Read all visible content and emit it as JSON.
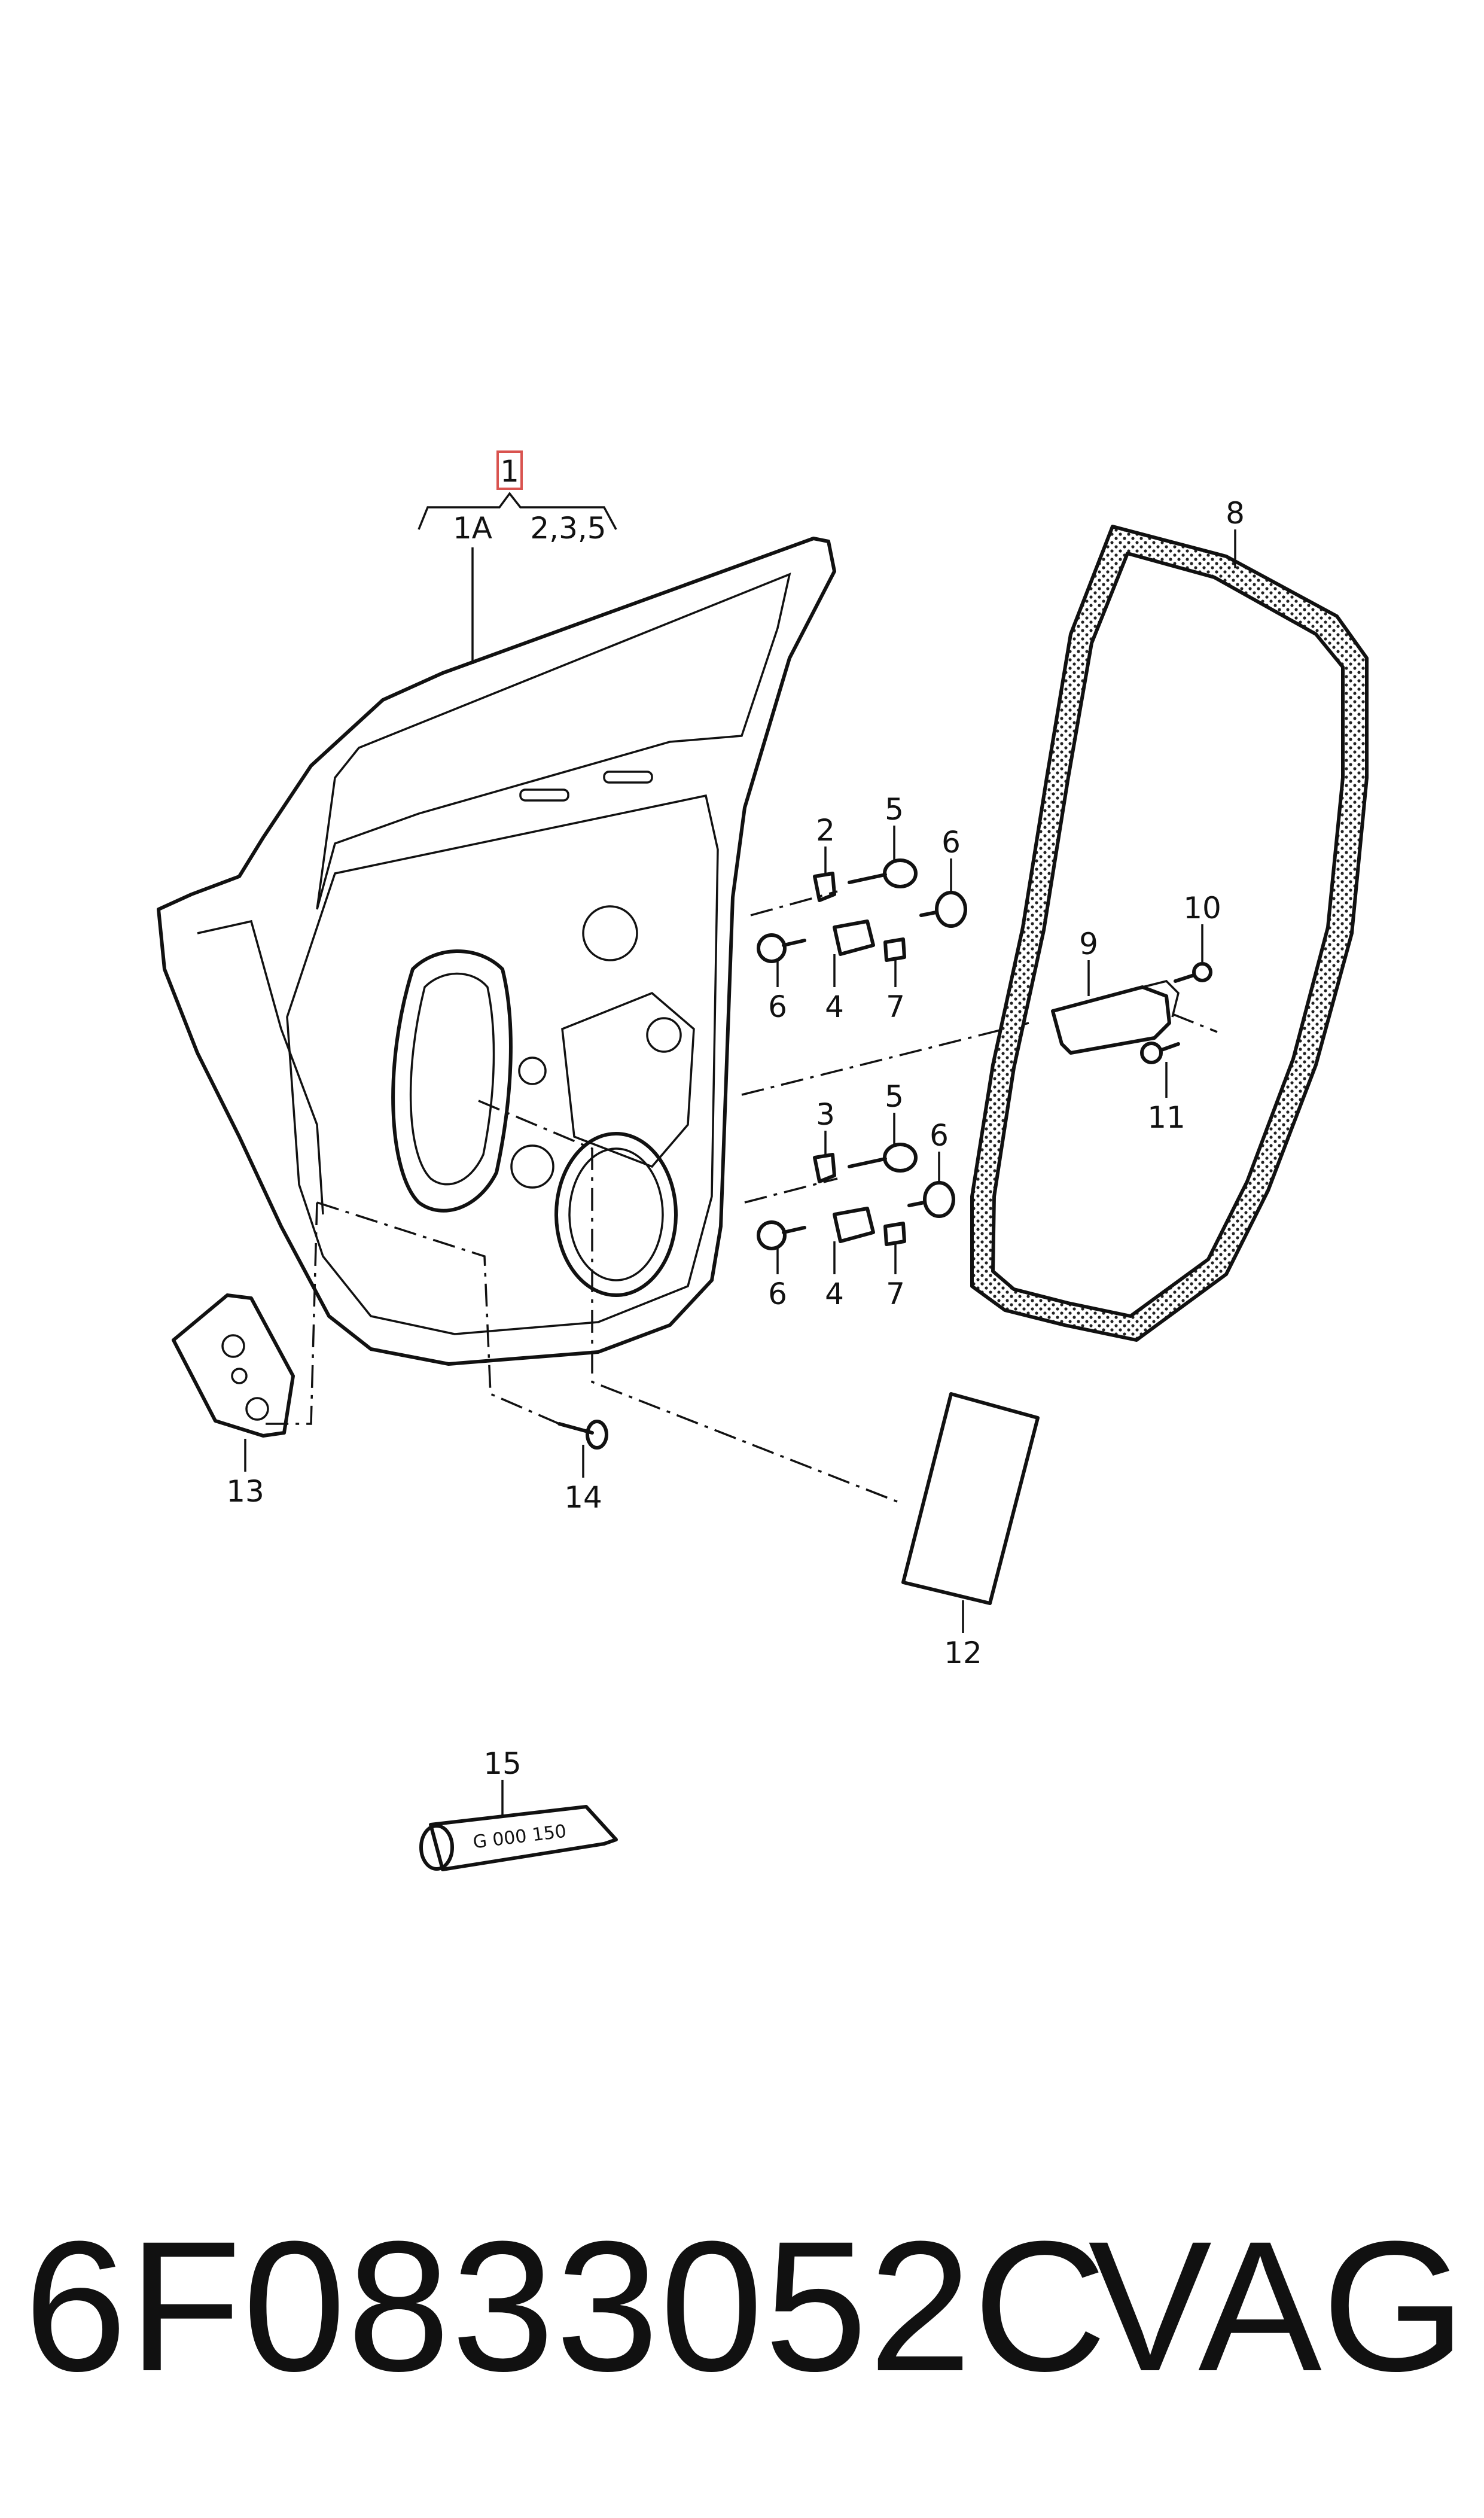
{
  "diagram": {
    "callouts": {
      "c1": "1",
      "c1A": "1A",
      "c235": "2,3,5",
      "c2": "2",
      "c3": "3",
      "c4a": "4",
      "c4b": "4",
      "c5a": "5",
      "c5b": "5",
      "c6a": "6",
      "c6b": "6",
      "c6c": "6",
      "c6d": "6",
      "c7a": "7",
      "c7b": "7",
      "c8": "8",
      "c9": "9",
      "c10": "10",
      "c11": "11",
      "c12": "12",
      "c13": "13",
      "c14": "14",
      "c15": "15"
    },
    "tube_label": "G 000 150",
    "highlight_color": "#d9534f"
  },
  "footer": {
    "part_number": "6F0833052C",
    "brand": "VAG"
  }
}
